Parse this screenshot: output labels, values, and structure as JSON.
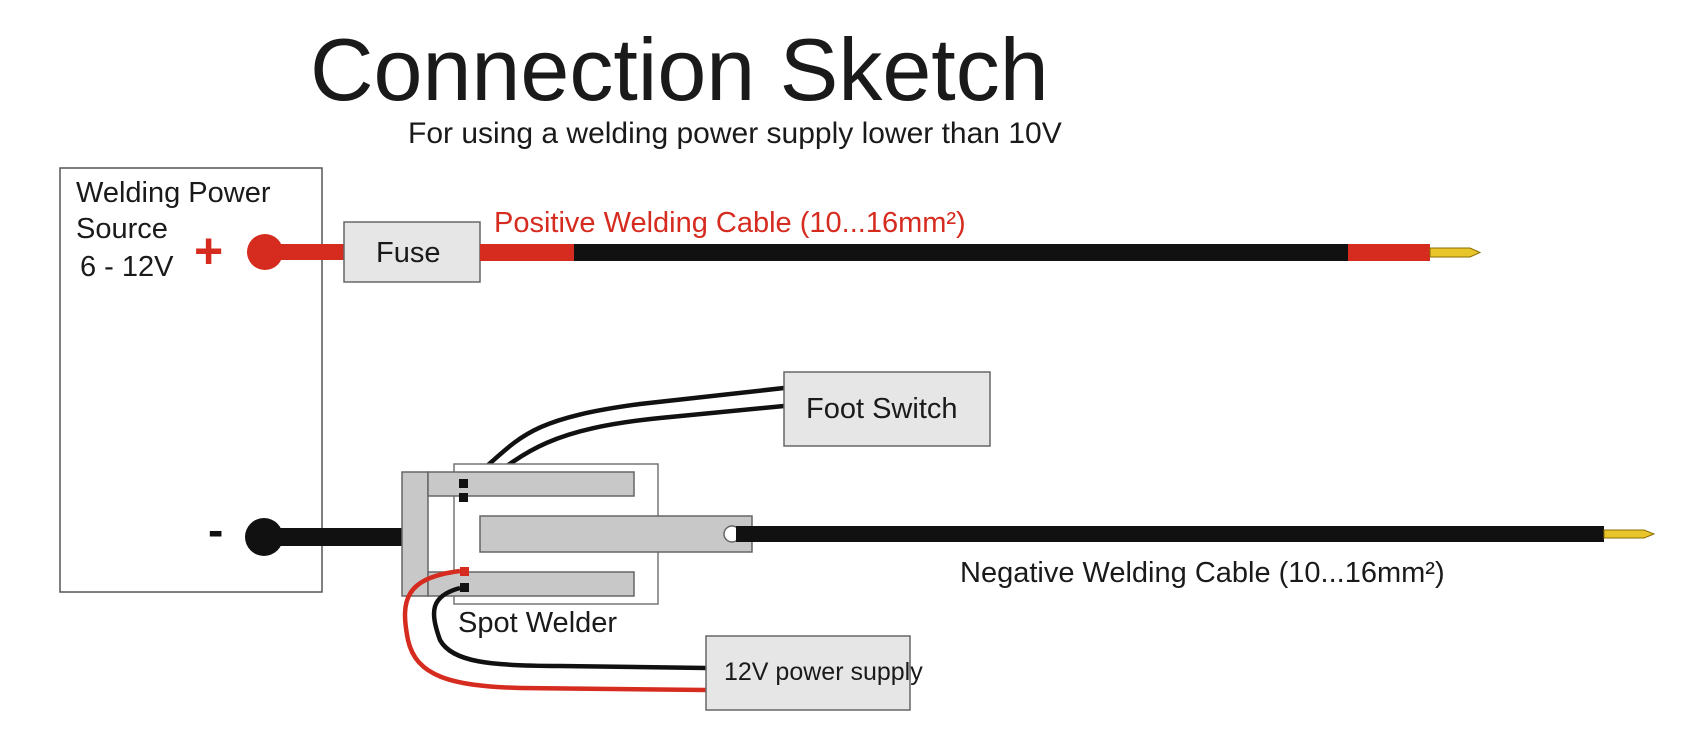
{
  "title": "Connection Sketch",
  "subtitle": "For using a welding power supply lower than 10V",
  "power_source": {
    "label_line1": "Welding Power",
    "label_line2": "Source",
    "label_line3": "6 - 12V",
    "plus_sign": "+",
    "minus_sign": "-"
  },
  "fuse": {
    "label": "Fuse"
  },
  "positive_cable": {
    "label": "Positive Welding Cable (10...16mm²)"
  },
  "negative_cable": {
    "label": "Negative Welding Cable (10...16mm²)"
  },
  "foot_switch": {
    "label": "Foot Switch"
  },
  "spot_welder": {
    "label": "Spot Welder"
  },
  "power_supply_12v": {
    "label": "12V power supply"
  },
  "colors": {
    "positive_red": "#d62b1f",
    "cable_black": "#111111",
    "box_gray": "#c8c8c8",
    "box_light": "#e6e6e6",
    "electrode_gold": "#e8c52a"
  }
}
